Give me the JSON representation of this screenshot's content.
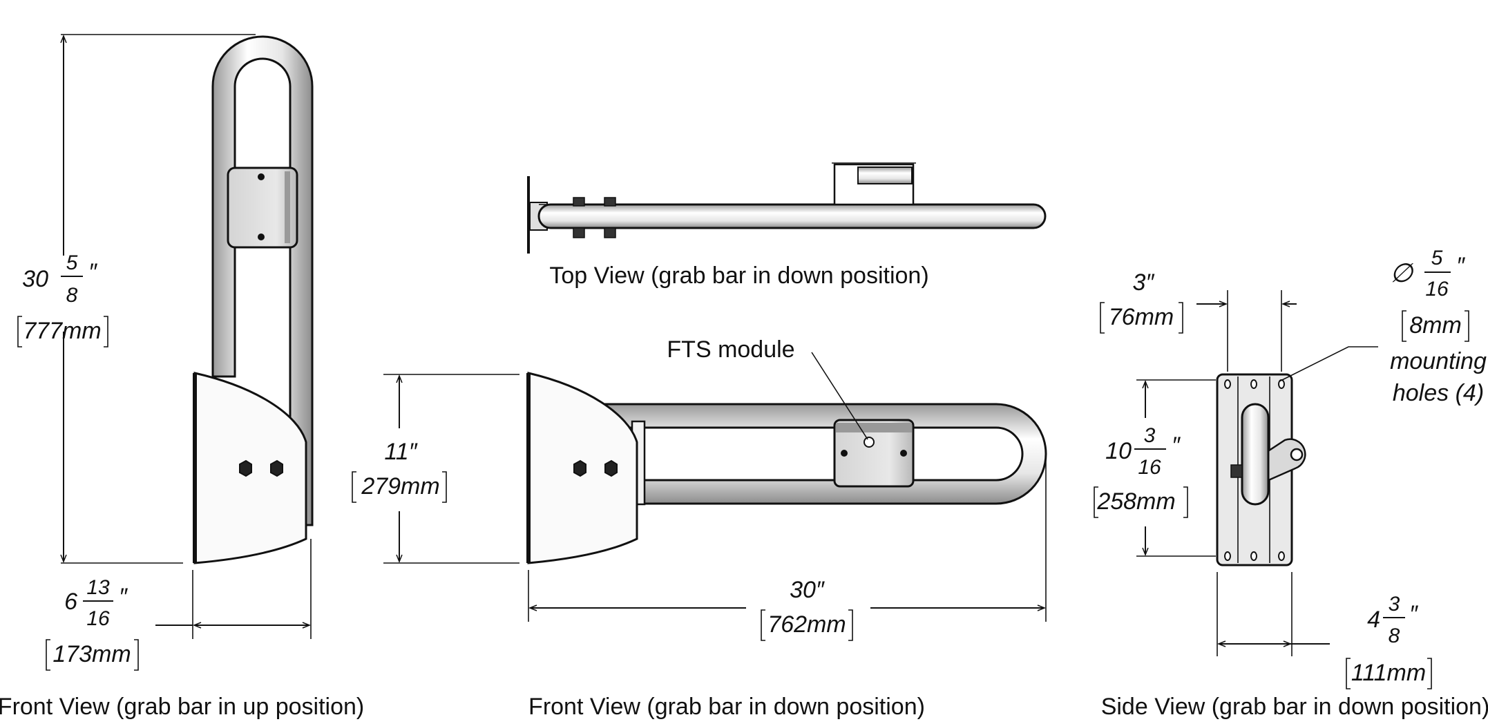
{
  "views": {
    "front_up": "Front View (grab bar in up position)",
    "top": "Top View (grab bar in down position)",
    "front_down": "Front View (grab bar in down position)",
    "side": "Side View (grab bar in down position)"
  },
  "callouts": {
    "fts_module": "FTS module",
    "mounting_holes_line1": "mounting",
    "mounting_holes_line2": "holes (4)"
  },
  "dimensions": {
    "overall_height": {
      "whole": "30",
      "num": "5",
      "den": "8",
      "inch": "″",
      "metric": "777mm"
    },
    "base_depth": {
      "whole": "6",
      "num": "13",
      "den": "16",
      "inch": "″",
      "metric": "173mm"
    },
    "bar_height": {
      "text": "11″",
      "metric": "279mm"
    },
    "bar_length": {
      "text": "30″",
      "metric": "762mm"
    },
    "side_width": {
      "text": "3″",
      "metric": "76mm"
    },
    "hole_diameter": {
      "symbol": "∅",
      "num": "5",
      "den": "16",
      "inch": "″",
      "metric": "8mm"
    },
    "plate_height": {
      "whole": "10",
      "num": "3",
      "den": "16",
      "inch": "″",
      "metric": "258mm"
    },
    "plate_width": {
      "whole": "4",
      "num": "3",
      "den": "8",
      "inch": "″",
      "metric": "111mm"
    }
  }
}
